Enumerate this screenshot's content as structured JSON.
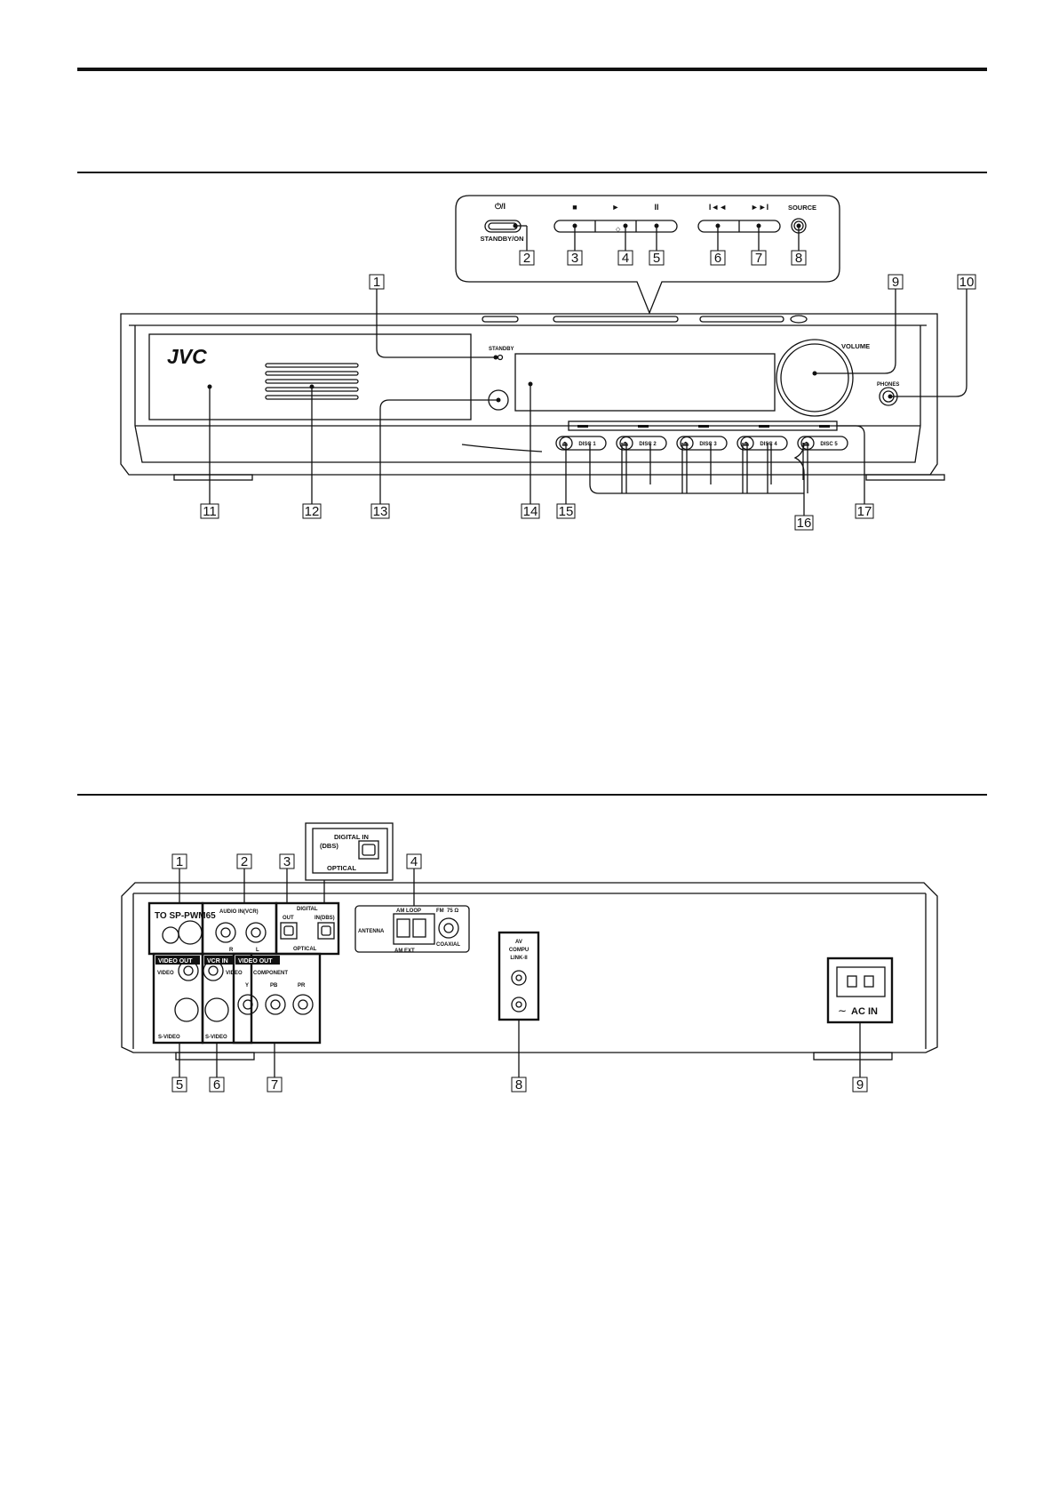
{
  "front_panel": {
    "zoom_panel": {
      "power_symbol": "⏻/I",
      "standby_on": "STANDBY/ON",
      "stop_symbol": "■",
      "play_symbol": "►",
      "pause_symbol": "II",
      "prev_symbol": "I◄◄",
      "next_symbol": "►►I",
      "source": "SOURCE"
    },
    "brand": "JVC",
    "standby": "STANDBY",
    "volume": "VOLUME",
    "phones": "PHONES",
    "discs": [
      "DISC 1",
      "DISC 2",
      "DISC 3",
      "DISC 4",
      "DISC 5"
    ],
    "callouts": [
      "1",
      "2",
      "3",
      "4",
      "5",
      "6",
      "7",
      "8",
      "9",
      "10",
      "11",
      "12",
      "13",
      "14",
      "15",
      "16",
      "17"
    ]
  },
  "rear_panel": {
    "digital_in_zoom": {
      "title": "DIGITAL IN",
      "sub": "(DBS)",
      "optical": "OPTICAL"
    },
    "to_sp": "TO SP-PWM65",
    "audio_in": "AUDIO IN(VCR)",
    "audio_r": "R",
    "audio_l": "L",
    "digital": "DIGITAL",
    "digital_out": "OUT",
    "digital_in_dbs": "IN(DBS)",
    "optical": "OPTICAL",
    "antenna": "ANTENNA",
    "am_loop": "AM LOOP",
    "fm": "FM",
    "fm_ohm": "75 Ω",
    "coaxial": "COAXIAL",
    "am_ext": "AM EXT",
    "av_compu": [
      "AV",
      "COMPU",
      "LINK-II"
    ],
    "video_out_1": "VIDEO OUT",
    "video_1": "VIDEO",
    "svideo_1": "S-VIDEO",
    "vcr_in": "VCR IN",
    "video_2": "VIDEO",
    "svideo_2": "S-VIDEO",
    "video_out_2": "VIDEO OUT",
    "component": "COMPONENT",
    "comp_y": "Y",
    "comp_pb": "PB",
    "comp_pr": "PR",
    "ac_in": "AC IN",
    "ac_symbol": "∼",
    "callouts": [
      "1",
      "2",
      "3",
      "4",
      "5",
      "6",
      "7",
      "8",
      "9"
    ]
  }
}
